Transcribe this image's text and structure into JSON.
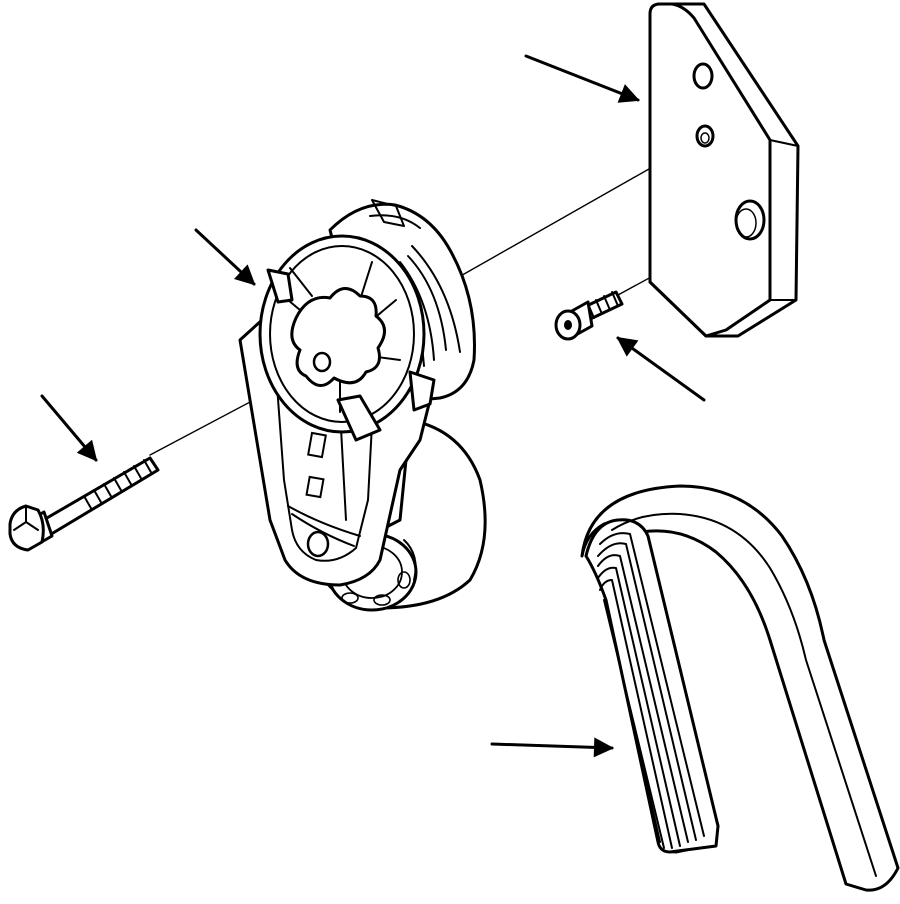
{
  "diagram": {
    "kind": "exploded-parts-view",
    "components": [
      {
        "id": "mounting-bracket",
        "icon": "bracket-plate-icon"
      },
      {
        "id": "belt-tensioner",
        "icon": "tensioner-pulley-icon"
      },
      {
        "id": "tensioner-bolt",
        "icon": "hex-bolt-icon"
      },
      {
        "id": "countersunk-screw",
        "icon": "screw-icon"
      },
      {
        "id": "serpentine-belt",
        "icon": "ribbed-belt-icon"
      }
    ],
    "callout_arrows": 5,
    "colors": {
      "ink": "#000000",
      "paper": "#ffffff"
    }
  }
}
